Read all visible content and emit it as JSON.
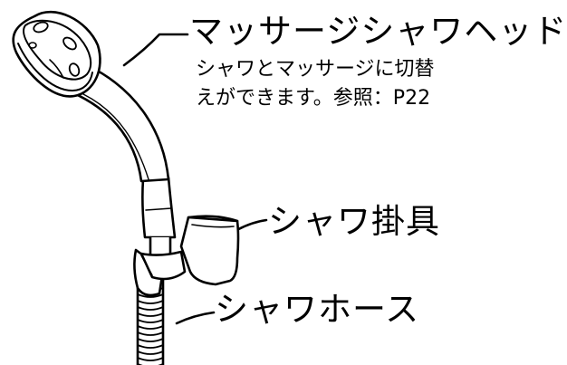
{
  "figure": {
    "labels": {
      "shower_head_title": "マッサージシャワヘッド：",
      "shower_head_desc_line1": "シャワとマッサージに切替",
      "shower_head_desc_line2": "えができます。参照：P22",
      "shower_holder": "シャワ掛具",
      "shower_hose": "シャワホース"
    },
    "colors": {
      "line": "#000000",
      "fill": "#ffffff"
    }
  }
}
